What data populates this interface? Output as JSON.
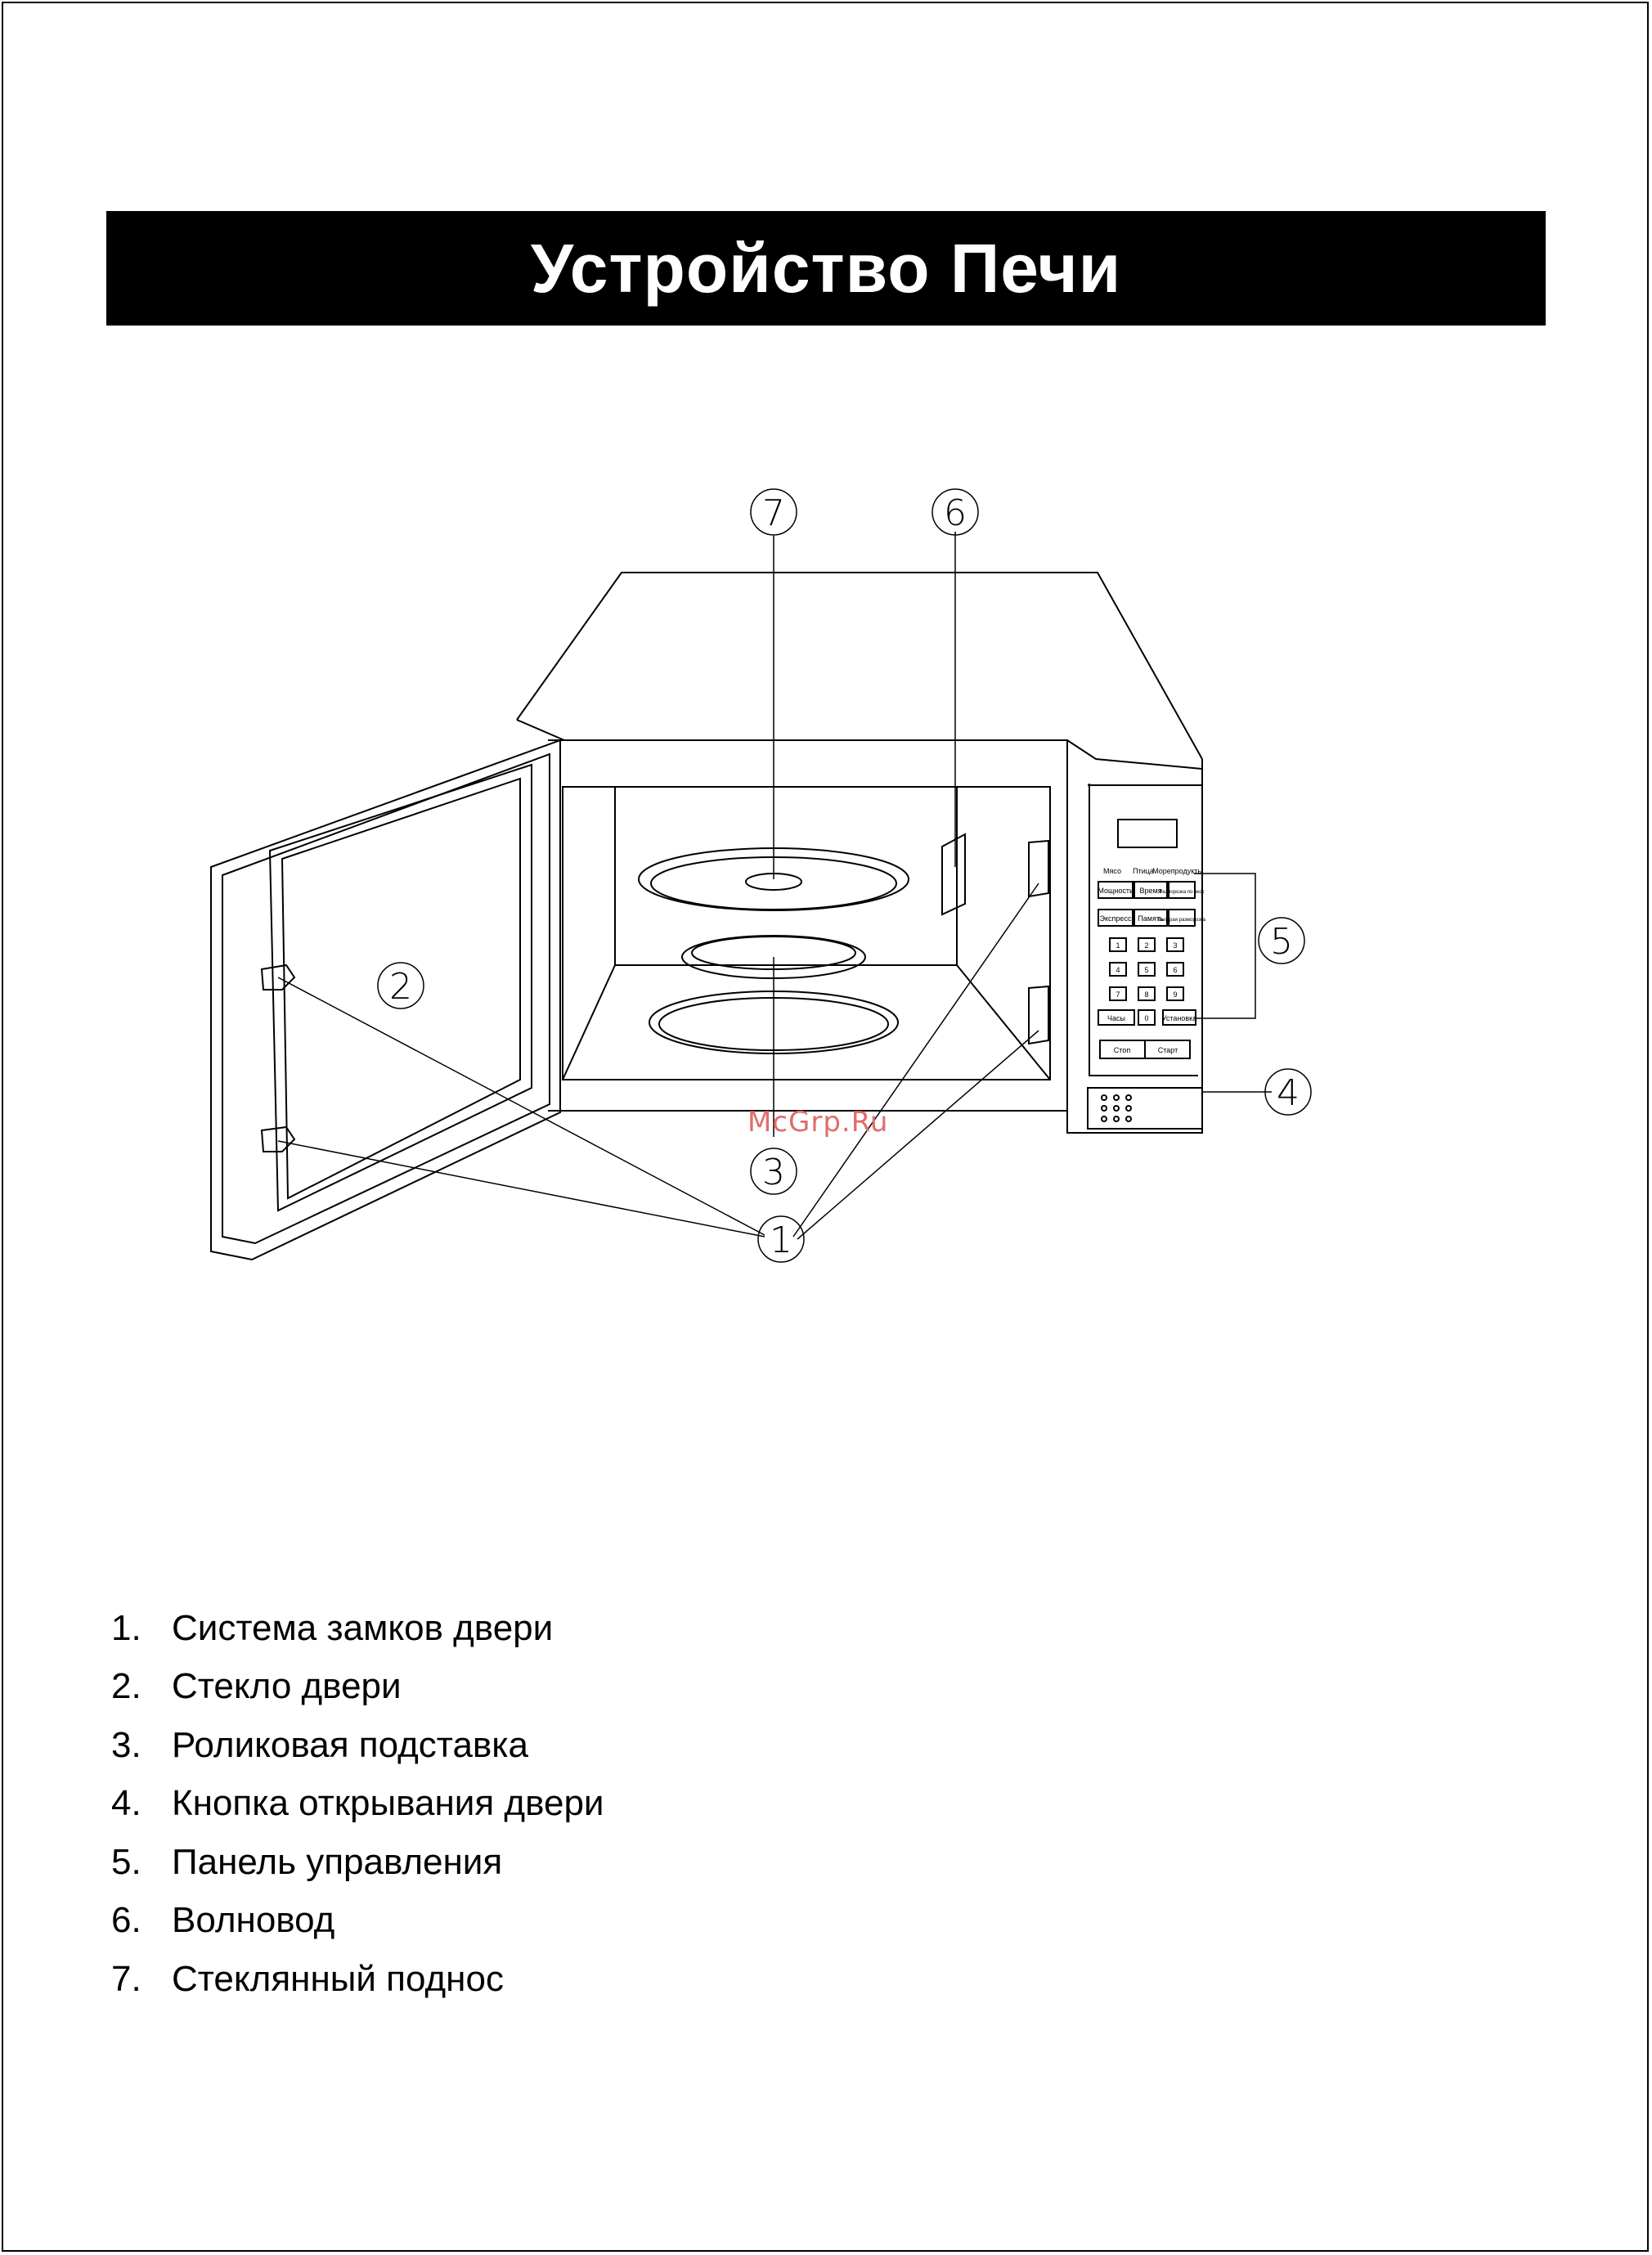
{
  "title": "Устройство Печи",
  "callouts": [
    "1",
    "2",
    "3",
    "4",
    "5",
    "6",
    "7"
  ],
  "control_panel": {
    "indicators": [
      "Мясо",
      "Птица",
      "Морепродукты"
    ],
    "row1": [
      "Мощность",
      "Время",
      "Разморозка по весу"
    ],
    "row2": [
      "Экспресс",
      "Память",
      "Быстрая разморозка"
    ],
    "digits": [
      "1",
      "2",
      "3",
      "4",
      "5",
      "6",
      "7",
      "8",
      "9",
      "0"
    ],
    "clock_label": "Часы",
    "set_label": "Установка",
    "stop_label": "Стоп",
    "start_label": "Старт"
  },
  "watermark": "McGrp.Ru",
  "parts": [
    {
      "num": "1.",
      "label": "Система замков двери"
    },
    {
      "num": "2.",
      "label": "Стекло двери"
    },
    {
      "num": "3.",
      "label": "Роликовая подставка"
    },
    {
      "num": "4.",
      "label": "Кнопка открывания двери"
    },
    {
      "num": "5.",
      "label": "Панель управления"
    },
    {
      "num": "6.",
      "label": "Волновод"
    },
    {
      "num": "7.",
      "label": "Стеклянный поднос"
    }
  ]
}
